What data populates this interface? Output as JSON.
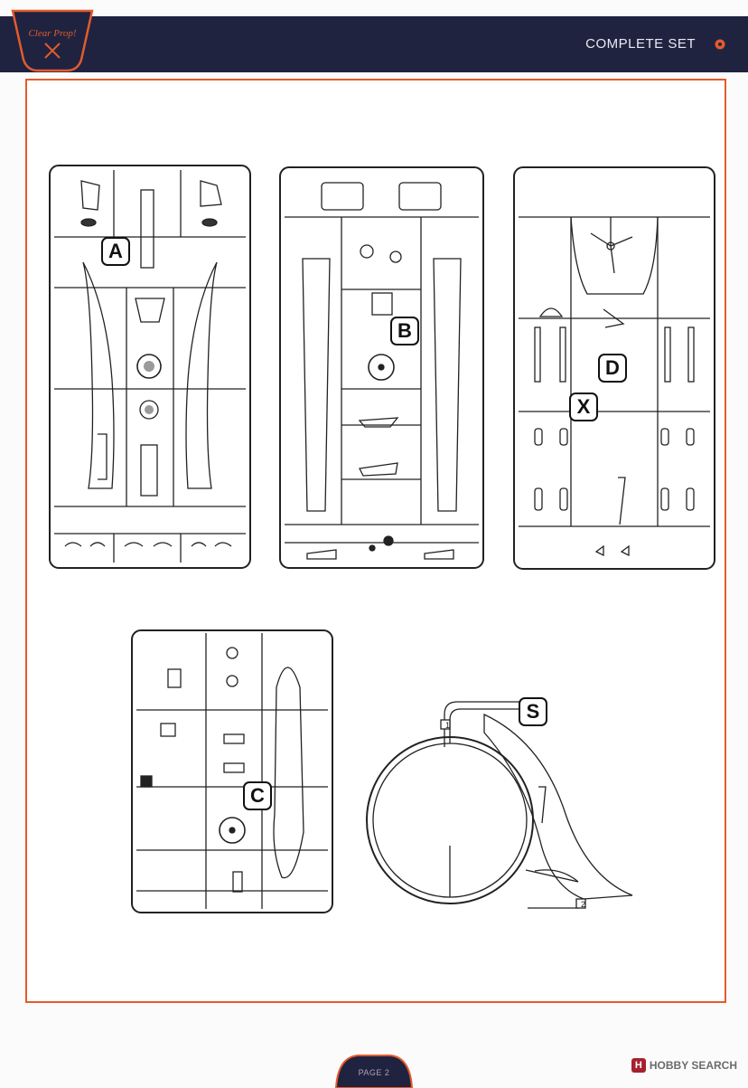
{
  "header": {
    "title": "COMPLETE SET",
    "logo_text": "Clear Prop!",
    "brand_color": "#1f2340",
    "accent_color": "#e25b2c"
  },
  "sprues": {
    "a": {
      "letter": "A"
    },
    "b": {
      "letter": "B"
    },
    "d": {
      "letter": "D"
    },
    "x": {
      "letter": "X"
    },
    "c": {
      "letter": "C"
    },
    "s": {
      "letter": "S",
      "gate_1": "1",
      "gate_2": "2"
    }
  },
  "footer": {
    "page_label": "PAGE 2",
    "watermark": "HOBBY SEARCH",
    "watermark_icon": "H"
  }
}
